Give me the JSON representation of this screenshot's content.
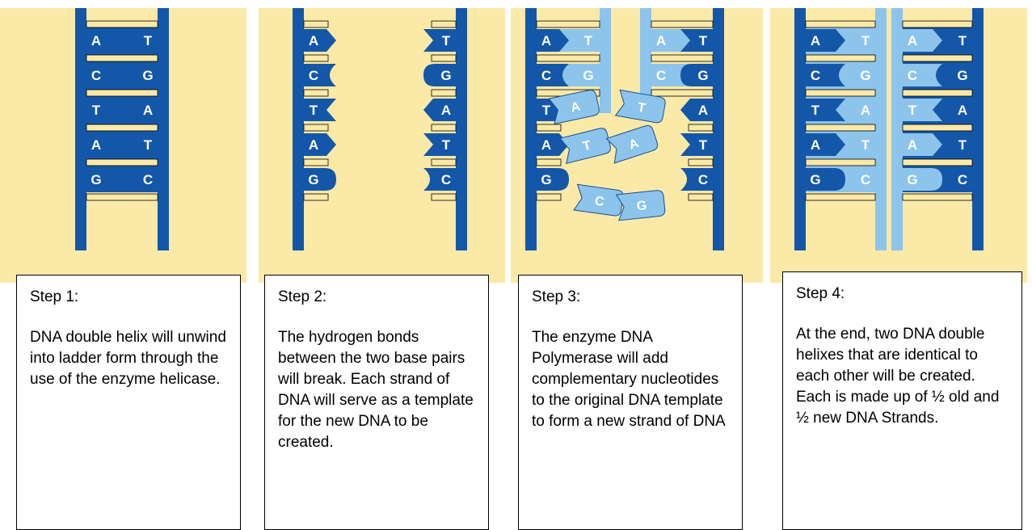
{
  "colors": {
    "background": "#FBE9A8",
    "dark_strand": "#1457A8",
    "light_strand": "#8CC4EC",
    "rung": "#FBE9A8"
  },
  "panels": [
    {
      "step": "Step 1:",
      "description": "DNA double helix will unwind into ladder form through the use of the enzyme helicase.",
      "pairs": [
        [
          "A",
          "T"
        ],
        [
          "C",
          "G"
        ],
        [
          "T",
          "A"
        ],
        [
          "A",
          "T"
        ],
        [
          "G",
          "C"
        ]
      ]
    },
    {
      "step": "Step 2:",
      "description": "The hydrogen bonds between the two base pairs will break. Each strand of DNA will serve as a template for the new DNA to be created.",
      "pairs": [
        [
          "A",
          "T"
        ],
        [
          "C",
          "G"
        ],
        [
          "T",
          "A"
        ],
        [
          "A",
          "T"
        ],
        [
          "G",
          "C"
        ]
      ]
    },
    {
      "step": "Step 3:",
      "description": "The enzyme DNA Polymerase will add complementary nucleotides to the original DNA template to form a new strand of DNA",
      "pairs": [
        [
          "A",
          "T"
        ],
        [
          "C",
          "G"
        ],
        [
          "T",
          "A"
        ],
        [
          "A",
          "T"
        ],
        [
          "G",
          "C"
        ]
      ],
      "free_nucleotides": [
        "A",
        "T",
        "T",
        "A",
        "C",
        "G"
      ]
    },
    {
      "step": "Step 4:",
      "description": "At the end, two DNA double helixes that are identical to each other will be created. Each is made up of ½ old and ½ new DNA Strands.",
      "pairs": [
        [
          "A",
          "T"
        ],
        [
          "C",
          "G"
        ],
        [
          "T",
          "A"
        ],
        [
          "A",
          "T"
        ],
        [
          "G",
          "C"
        ]
      ]
    }
  ]
}
